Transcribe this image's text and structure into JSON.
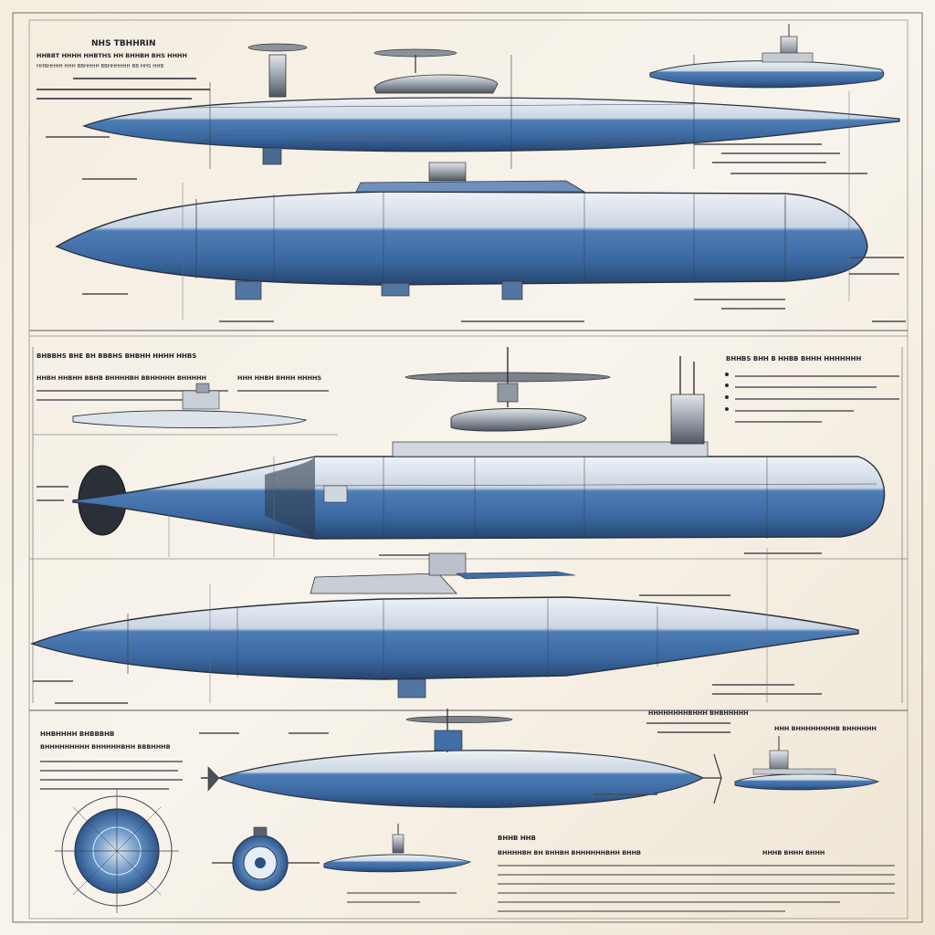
{
  "palette": {
    "paper": "#efe6d6",
    "paper_light": "#f7f3ea",
    "line": "#3b3d4a",
    "hull_blue": "#3f6ea8",
    "hull_blue_dark": "#2c4f82",
    "hull_light": "#dfe6ee",
    "steel": "#9aa3ad"
  },
  "labels": {
    "sheet_title": "NHS TBHHRIN",
    "header_line_1": "HHBBT HHHH HHBTHS HH BHHBH BHS HHHH",
    "header_line_2": "HHBHHHH HHH BBHHHH BBHHHHHH BB HHS HHB",
    "section_2_title": "BHBBHS BHE BH BBBHS BHBHH HHHH HHBS",
    "section_2_sub": "HHBH HHBHH BBHB BHHHHBH BBHHHHH BHHHHH",
    "section_2_sub_right": "HHH HHBH BHHH HHHHS",
    "right_panel_title": "BHHBS BHH B HHBB BHHH HHHHHHH",
    "footer_left_title_1": "HHBHHHH BHBBBHB",
    "footer_left_title_2": "BHHHHHHHHH BHHHHHBHH BBBHHHB",
    "footer_mid_title": "BHHB HHB",
    "footer_mid_sub": "BHHHHBH BH BHHBH BHHHHHHBHH BHHB",
    "footer_right_title": "HHHHHHHHBHHH BHBHHHHH",
    "footer_right_sub": "HHHB BHHH BHHH",
    "footer_right_caption": "HHH BHHHHHHHHB BHHHHHH"
  }
}
